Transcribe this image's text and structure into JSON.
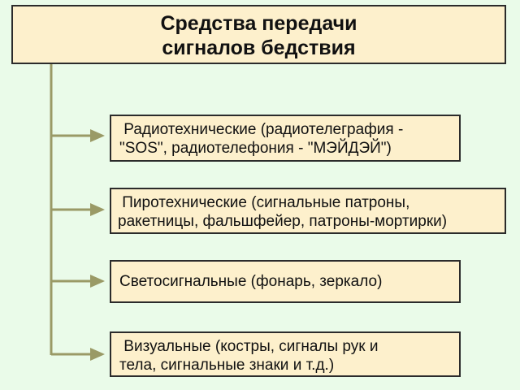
{
  "title": {
    "line1": "Средства передачи",
    "line2": "сигналов бедствия"
  },
  "items": [
    {
      "line1": " Радиотехнические (радиотелеграфия -",
      "line2": "\"SOS\", радиотелефония - \"МЭЙДЭЙ\")"
    },
    {
      "line1": " Пиротехнические (сигнальные патроны,",
      "line2": "ракетницы, фальшфейер, патроны-мортирки)"
    },
    {
      "line1": "Светосигнальные (фонарь, зеркало)",
      "line2": ""
    },
    {
      "line1": " Визуальные (костры, сигналы рук и",
      "line2": "тела, сигнальные знаки и т.д.)"
    }
  ],
  "colors": {
    "connector": "#9a9a66",
    "box": "#fdf0cc",
    "background": "#eafbe9"
  }
}
